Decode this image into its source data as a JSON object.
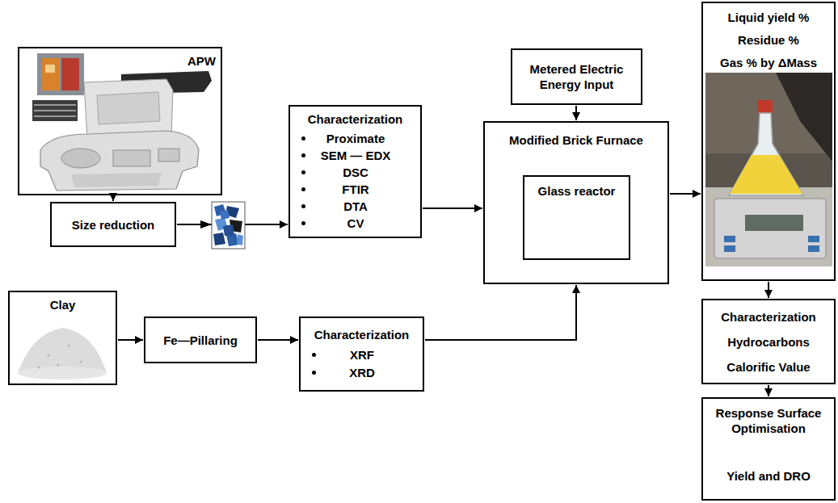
{
  "diagram": {
    "nodes": [
      {
        "text": [
          "APW"
        ]
      },
      {
        "text": [
          "Size reduction"
        ]
      },
      {
        "text": [
          "Characterization",
          "Proximate",
          "SEM — EDX",
          "DSC",
          "FTIR",
          "DTA",
          "CV"
        ]
      },
      {
        "text": [
          "Metered Electric Energy Input"
        ]
      },
      {
        "text": [
          "Modified Brick Furnace"
        ]
      },
      {
        "text": [
          "Glass reactor"
        ],
        "in": 4
      },
      {
        "text": [
          "Liquid yield %",
          "Residue %",
          "Gas % by ΔMass"
        ]
      },
      {
        "text": [
          "Characterization",
          "Hydrocarbons",
          "Calorific Value"
        ]
      },
      {
        "text": [
          "Response Surface Optimisation",
          "Yield and DRO"
        ]
      },
      {
        "text": [
          "Clay"
        ]
      },
      {
        "text": [
          "Fe—Pillaring"
        ]
      },
      {
        "text": [
          "Characterization",
          "XRF",
          "XRD"
        ]
      }
    ],
    "edges": [
      {
        "from": 0,
        "to": 1,
        "arrow": "to"
      },
      {
        "from": 1,
        "to": 2,
        "arrow": "to"
      },
      {
        "from": 2,
        "to": 4,
        "arrow": "to"
      },
      {
        "from": 3,
        "to": 4,
        "arrow": "to"
      },
      {
        "from": 9,
        "to": 10,
        "arrow": "to"
      },
      {
        "from": 10,
        "to": 11,
        "arrow": "to"
      },
      {
        "from": 11,
        "to": 4,
        "arrow": "to"
      },
      {
        "from": 4,
        "to": 6,
        "arrow": "to"
      },
      {
        "from": 6,
        "to": 7,
        "arrow": "to"
      },
      {
        "from": 7,
        "to": 8,
        "arrow": "to"
      }
    ]
  }
}
